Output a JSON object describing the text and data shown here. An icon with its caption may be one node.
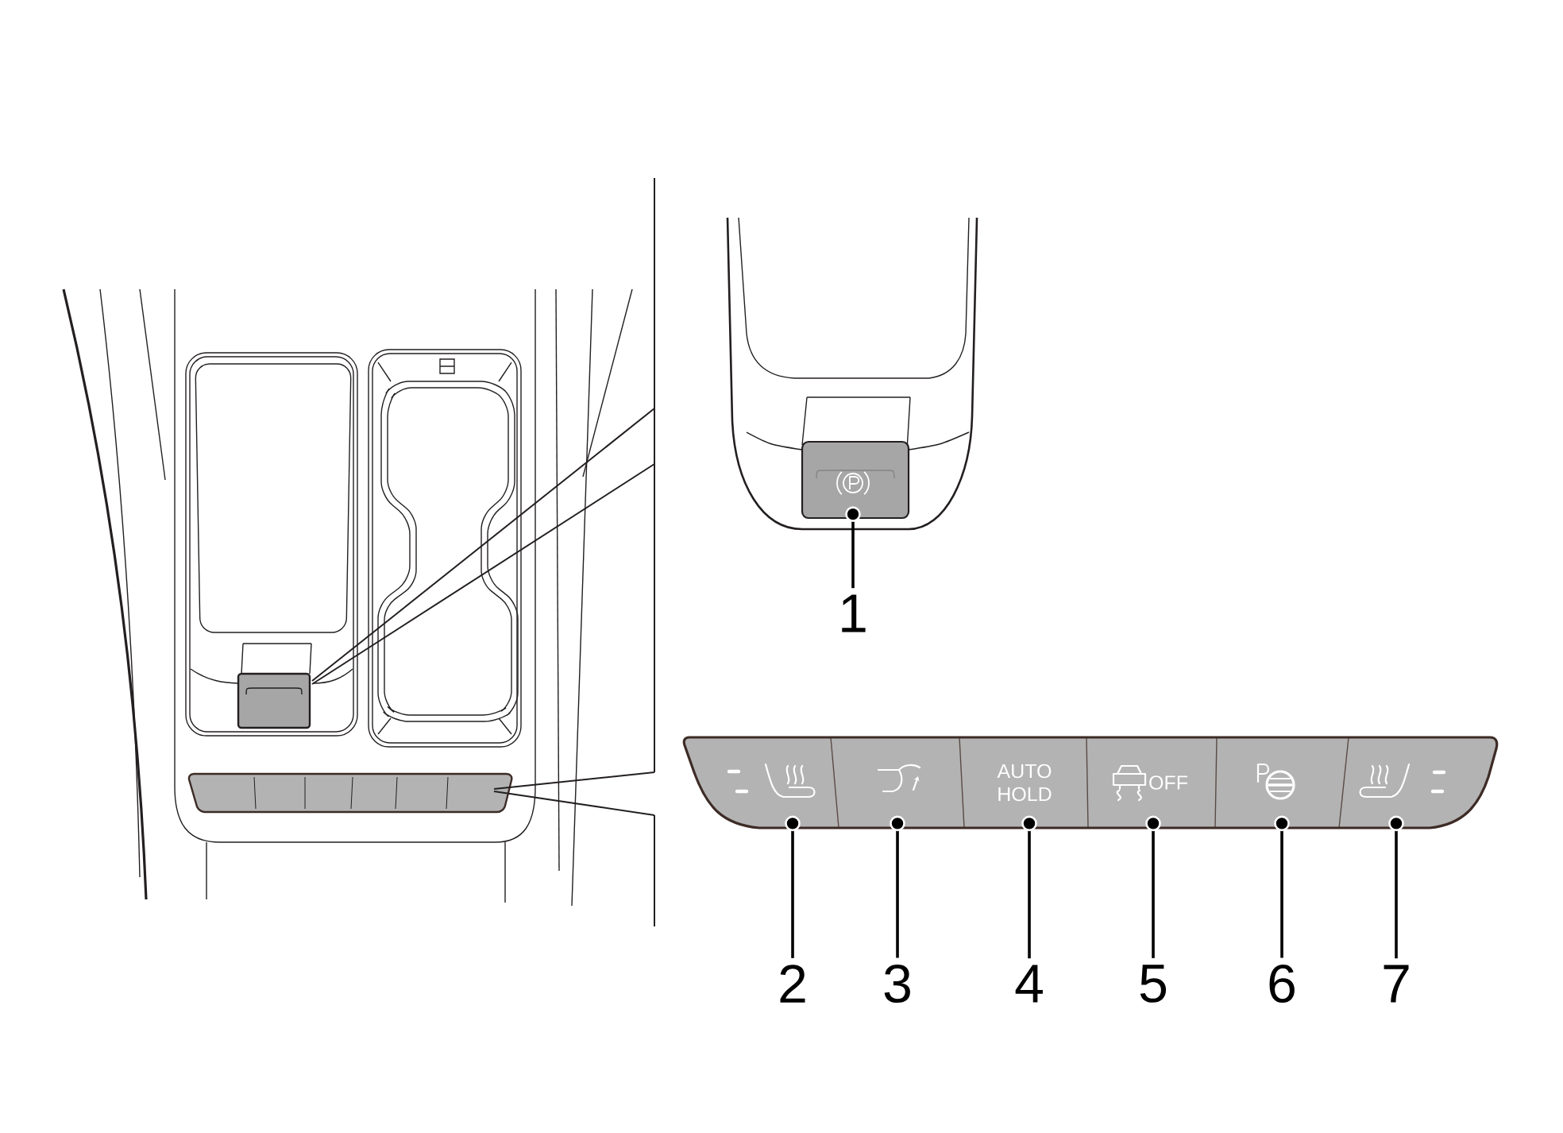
{
  "diagram": {
    "nodes": [
      {
        "text": [],
        "shape": "box"
      },
      {
        "text": [
          "1"
        ]
      },
      {
        "text": [],
        "shape": "box"
      },
      {
        "text": [],
        "shape": "box",
        "in": 2
      },
      {
        "text": [],
        "shape": "box",
        "in": 2
      },
      {
        "text": [
          "AUTO HOLD"
        ],
        "in": 2
      },
      {
        "text": [
          "OFF"
        ],
        "in": 2
      },
      {
        "text": [],
        "shape": "box",
        "in": 2
      },
      {
        "text": [],
        "shape": "box",
        "in": 2
      },
      {
        "text": [
          "2"
        ]
      },
      {
        "text": [
          "3"
        ]
      },
      {
        "text": [
          "4"
        ]
      },
      {
        "text": [
          "5"
        ]
      },
      {
        "text": [
          "6"
        ]
      },
      {
        "text": [
          "7"
        ]
      }
    ],
    "edges": [
      {
        "from": 1,
        "to": 0,
        "arrow": "other"
      },
      {
        "from": 9,
        "to": 3,
        "arrow": "other"
      },
      {
        "from": 10,
        "to": 4,
        "arrow": "other"
      },
      {
        "from": 11,
        "to": 5,
        "arrow": "other"
      },
      {
        "from": 12,
        "to": 6,
        "arrow": "other"
      },
      {
        "from": 13,
        "to": 7,
        "arrow": "other"
      },
      {
        "from": 14,
        "to": 8,
        "arrow": "other"
      }
    ]
  }
}
